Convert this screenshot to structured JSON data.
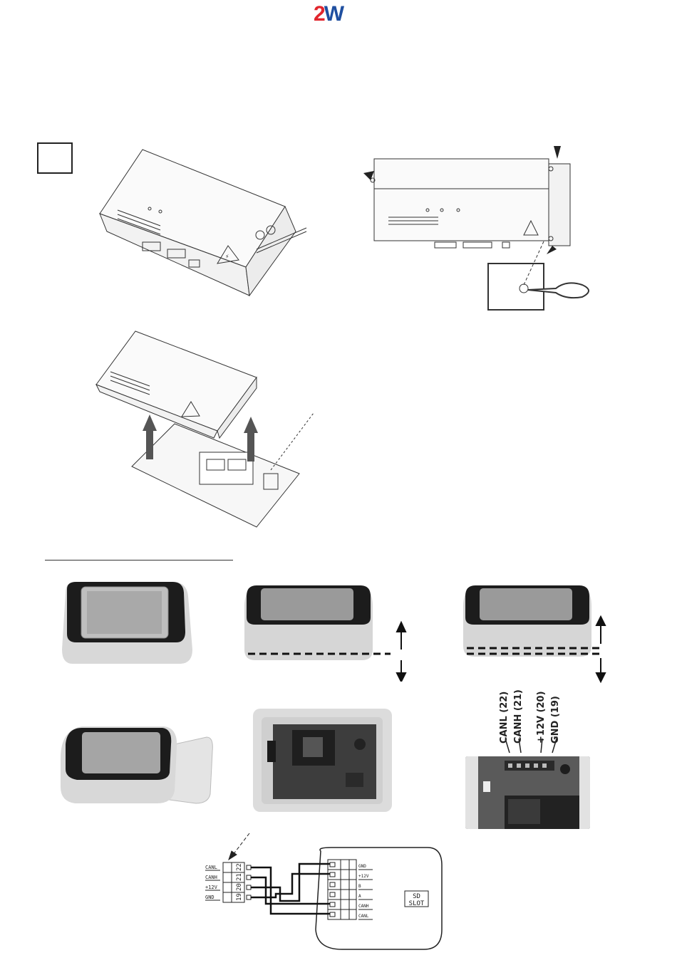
{
  "brand": {
    "logo_two": "2",
    "logo_w": "W"
  },
  "terminal_labels": [
    {
      "name": "CANL (22)"
    },
    {
      "name": "CANH (21)"
    },
    {
      "name": "+12V (20)"
    },
    {
      "name": "GND (19)"
    }
  ],
  "wiring": {
    "left_labels": [
      "CANL",
      "CANH",
      "+12V",
      "GND"
    ],
    "left_numbers": [
      "22",
      "21",
      "20",
      "19"
    ],
    "right_labels": [
      "GND",
      "+12V",
      "B",
      "A",
      "CANH",
      "CANL"
    ],
    "sd_slot_line1": "SD",
    "sd_slot_line2": "SLOT"
  },
  "colors": {
    "logo_red": "#e1262d",
    "logo_blue": "#1f4fa0"
  }
}
